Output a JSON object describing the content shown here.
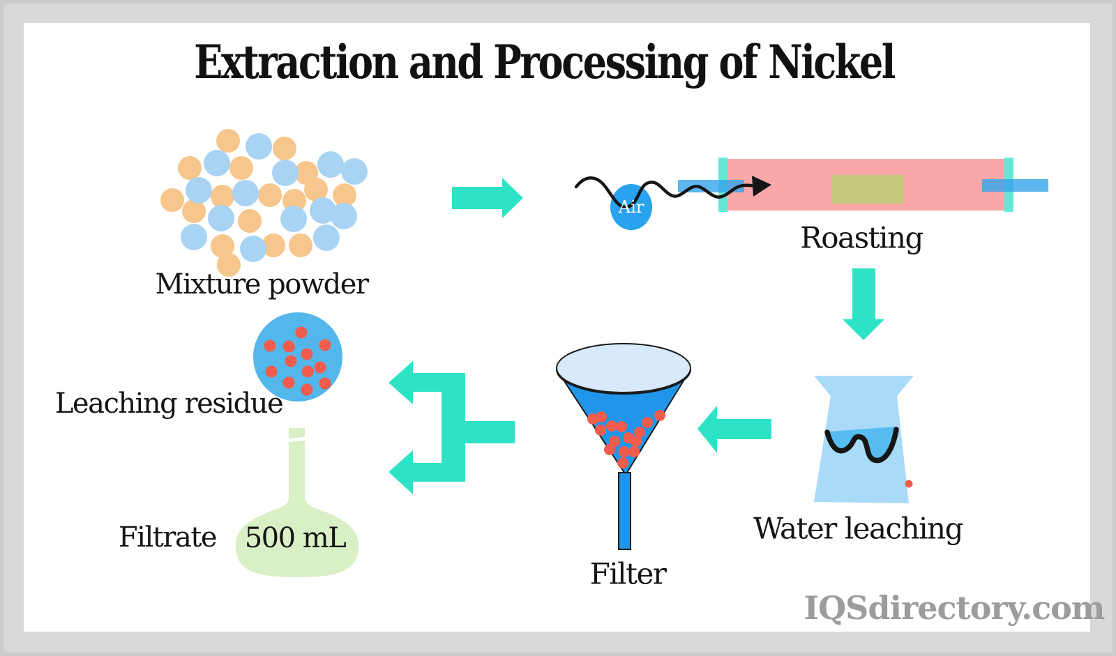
{
  "title": "Extraction and Processing of Nickel",
  "watermark": "IQSdirectory.com",
  "labels": {
    "mixture_powder": "Mixture powder",
    "air": "Air",
    "roasting": "Roasting",
    "water_leaching": "Water leaching",
    "filter": "Filter",
    "leaching_residue": "Leaching residue",
    "filtrate": "Filtrate",
    "flask_volume": "500 mL"
  },
  "colors": {
    "background_gray": "#d9d9d9",
    "panel_white": "#ffffff",
    "arrow_teal": "#2ee3c5",
    "powder_blue": "#a9d3f3",
    "powder_orange": "#f6c68c",
    "air_blue": "#29a3ee",
    "tube_blue": "#35a4ec",
    "furnace_pink": "#f8a8a8",
    "furnace_cyan": "#4ff0dc",
    "furnace_core_khaki": "#c4c97d",
    "funnel_blue": "#2095e9",
    "funnel_mouth_blue": "#d7e9fb",
    "particle_red": "#f25c4d",
    "vessel_light_blue": "#a9dbf8",
    "vessel_water_blue": "#57bdf1",
    "residue_blue": "#54b7ec",
    "flask_green": "#d9efc6",
    "line_black": "#151515",
    "text_black": "#141414",
    "watermark_gray": "#9c9c9c"
  }
}
